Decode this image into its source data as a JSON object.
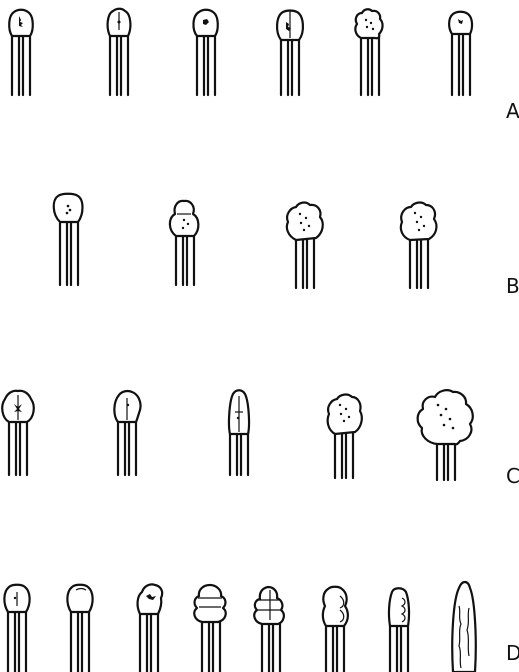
{
  "rows": [
    {
      "label": "A"
    },
    {
      "label": "B"
    },
    {
      "label": "C"
    },
    {
      "label": "D"
    }
  ],
  "colors": {
    "ink": "#111111",
    "background": "#ffffff"
  }
}
